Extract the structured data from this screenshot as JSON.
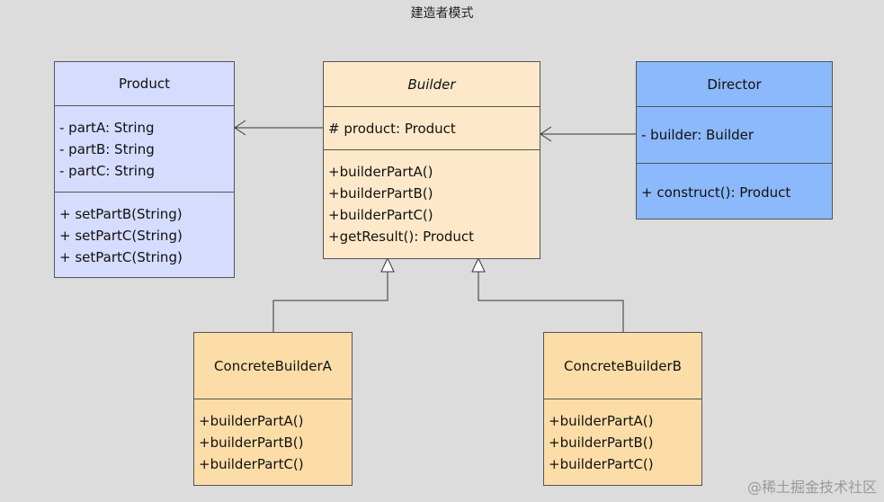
{
  "title": "建造者模式",
  "product": {
    "name": "Product",
    "attributes": [
      "- partA:  String",
      "- partB:  String",
      "- partC:  String"
    ],
    "methods": [
      "+  setPartB(String)",
      "+  setPartC(String)",
      "+  setPartC(String)"
    ]
  },
  "builder": {
    "name": "Builder",
    "attributes": [
      "# product:  Product"
    ],
    "methods": [
      "+builderPartA()",
      "+builderPartB()",
      "+builderPartC()",
      "+getResult():  Product"
    ]
  },
  "director": {
    "name": "Director",
    "attributes": [
      "- builder:  Builder"
    ],
    "methods": [
      "+  construct():  Product"
    ]
  },
  "concrete_builder_a": {
    "name": "ConcreteBuilderA",
    "methods": [
      "+builderPartA()",
      "+builderPartB()",
      "+builderPartC()"
    ]
  },
  "concrete_builder_b": {
    "name": "ConcreteBuilderB",
    "methods": [
      "+builderPartA()",
      "+builderPartB()",
      "+builderPartC()"
    ]
  },
  "watermark": "@稀土掘金技术社区"
}
